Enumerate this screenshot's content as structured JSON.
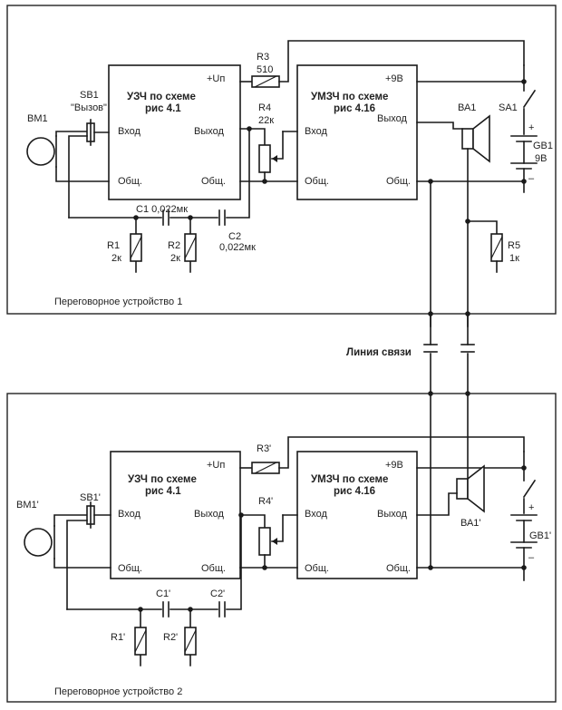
{
  "unit1": {
    "caption": "Переговорное устройство 1",
    "preamp": {
      "title_1": "УЗЧ по схеме",
      "title_2": "рис 4.1",
      "pin_vin": "+Uп",
      "pin_in": "Вход",
      "pin_out": "Выход",
      "pin_gnd_l": "Общ.",
      "pin_gnd_r": "Общ."
    },
    "poweramp": {
      "title_1": "УМЗЧ по схеме",
      "title_2": "рис 4.16",
      "pin_vin": "+9В",
      "pin_in": "Вход",
      "pin_out": "Выход",
      "pin_gnd_l": "Общ.",
      "pin_gnd_r": "Общ."
    },
    "bm": "ВМ1",
    "sb_ref": "SB1",
    "sb_name": "\"Вызов\"",
    "r3_ref": "R3",
    "r3_val": "510",
    "r4_ref": "R4",
    "r4_val": "22к",
    "c1": "С1 0,022мк",
    "c2_ref": "C2",
    "c2_val": "0,022мк",
    "r1_ref": "R1",
    "r1_val": "2к",
    "r2_ref": "R2",
    "r2_val": "2к",
    "ba": "ВА1",
    "sa": "SA1",
    "gb_ref": "GB1",
    "gb_val": "9В",
    "r5_ref": "R5",
    "r5_val": "1к",
    "plus": "+",
    "minus": "–"
  },
  "line_label": "Линия связи",
  "unit2": {
    "caption": "Переговорное устройство 2",
    "preamp": {
      "title_1": "УЗЧ по схеме",
      "title_2": "рис 4.1",
      "pin_vin": "+Uп",
      "pin_in": "Вход",
      "pin_out": "Выход",
      "pin_gnd_l": "Общ.",
      "pin_gnd_r": "Общ."
    },
    "poweramp": {
      "title_1": "УМЗЧ по схеме",
      "title_2": "рис 4.16",
      "pin_vin": "+9В",
      "pin_in": "Вход",
      "pin_out": "Выход",
      "pin_gnd_l": "Общ.",
      "pin_gnd_r": "Общ."
    },
    "bm": "ВМ1'",
    "sb_ref": "SB1'",
    "r3_ref": "R3'",
    "r4_ref": "R4'",
    "c1": "C1'",
    "c2": "C2'",
    "r1_ref": "R1'",
    "r2_ref": "R2'",
    "ba": "ВА1'",
    "gb_ref": "GB1'",
    "plus": "+",
    "minus": "–"
  }
}
